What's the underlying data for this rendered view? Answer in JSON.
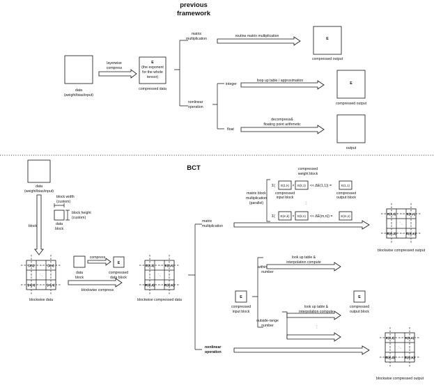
{
  "top": {
    "title_line1": "previous",
    "title_line2": "framework",
    "data_label_1": "data",
    "data_label_2": "(weight/bias/input)",
    "layerwise_1": "layerwise",
    "layerwise_2": "compress",
    "e_box_1": "E",
    "e_box_2": "(the exponent",
    "e_box_3": "for the whole",
    "e_box_4": "tensor)",
    "compressed_data": "compressed data",
    "matrix_mult_1": "matrix",
    "matrix_mult_2": "multiplication",
    "routine": "routine matrix multiplication",
    "out_e": "E",
    "compressed_output_1": "compressed output",
    "nonlinear_1": "nonlinear",
    "nonlinear_2": "operation",
    "integer": "integer",
    "lookup": "loop up table / approximation",
    "out_e2": "E",
    "compressed_output_2": "compressed output",
    "float": "float",
    "decompress_1": "decompress&",
    "decompress_2": "floating point arithmetic",
    "output": "output"
  },
  "bct": {
    "title": "BCT",
    "data_label_1": "data",
    "data_label_2": "(weight/bias/input)",
    "block_width_1": "block width",
    "block_width_2": "(custom)",
    "block_height_1": "block height",
    "block_height_2": "(custom)",
    "data_block_1": "data",
    "data_block_2": "block",
    "block": "block",
    "grid_cells": [
      "(1,1)",
      "⋯",
      "(1,n)",
      "⋮",
      "⋱",
      "⋮",
      "(m,1)",
      "⋯",
      "(m,n)"
    ],
    "blockwise_data": "blockwise data",
    "compress": "compress",
    "db_1": "data",
    "db_2": "block",
    "e_small": "E",
    "cdb_1": "compressed",
    "cdb_2": "data block",
    "blockwise_compress": "blockwise compress",
    "e_grid": [
      "E(1,1)",
      "⋯",
      "E(1,n)",
      "⋮",
      "⋱",
      "⋮",
      "E(m,1)",
      "⋯",
      "E(m,n)"
    ],
    "blockwise_compressed_data": "blockwise compressed data",
    "matrix_1": "matrix",
    "matrix_2": "multiplication",
    "cwb_1": "compressed",
    "cwb_2": "weight block",
    "mbm_1": "matrix block",
    "mbm_2": "multiplication",
    "mbm_3": "(parallel)",
    "eq1_sigma": "Σ(",
    "eq1_a": "E(1,k)",
    "eq1_times": "×",
    "eq1_b": "E(k,1)",
    "eq1_rest": "<< ΔE(1,1)) =",
    "eq1_out": "E(1,1)",
    "cib": "compressed",
    "cib_2": "input block",
    "cob": "compressed",
    "cob_2": "output block",
    "vdots": "⋮",
    "eq2_sigma": "Σ(",
    "eq2_a": "E(m,k)",
    "eq2_times": "×",
    "eq2_b": "E(k,n)",
    "eq2_rest": "<< ΔE(m,n)) =",
    "eq2_out": "E(m,n)",
    "out_grid": [
      "E(1,1)",
      "⋯",
      "E(1,n)",
      "⋮",
      "⋱",
      "⋮",
      "E(m,1)",
      "⋯",
      "E(m,n)"
    ],
    "bco_1": "blockwise compressed output",
    "e_in": "E",
    "cib2_1": "compressed",
    "cib2_2": "input block",
    "within_1": "within-range",
    "within_2": "number",
    "lut1_1": "look up table &",
    "lut1_2": "interpolation compute",
    "outside_1": "outside-range",
    "outside_2": "number",
    "lut2_1": "look up table &",
    "lut2_2": "interpolation compute",
    "dots": "⋮",
    "e_out": "E",
    "cob2_1": "compressed",
    "cob2_2": "output block",
    "nonlinear_1": "nonlinear",
    "nonlinear_2": "operation",
    "out_grid2": [
      "E(1,1)",
      "⋯",
      "E(1,n)",
      "⋮",
      "⋱",
      "⋮",
      "E(m,1)",
      "⋯",
      "E(m,n)"
    ],
    "bco_2": "blockwise compressed output"
  }
}
